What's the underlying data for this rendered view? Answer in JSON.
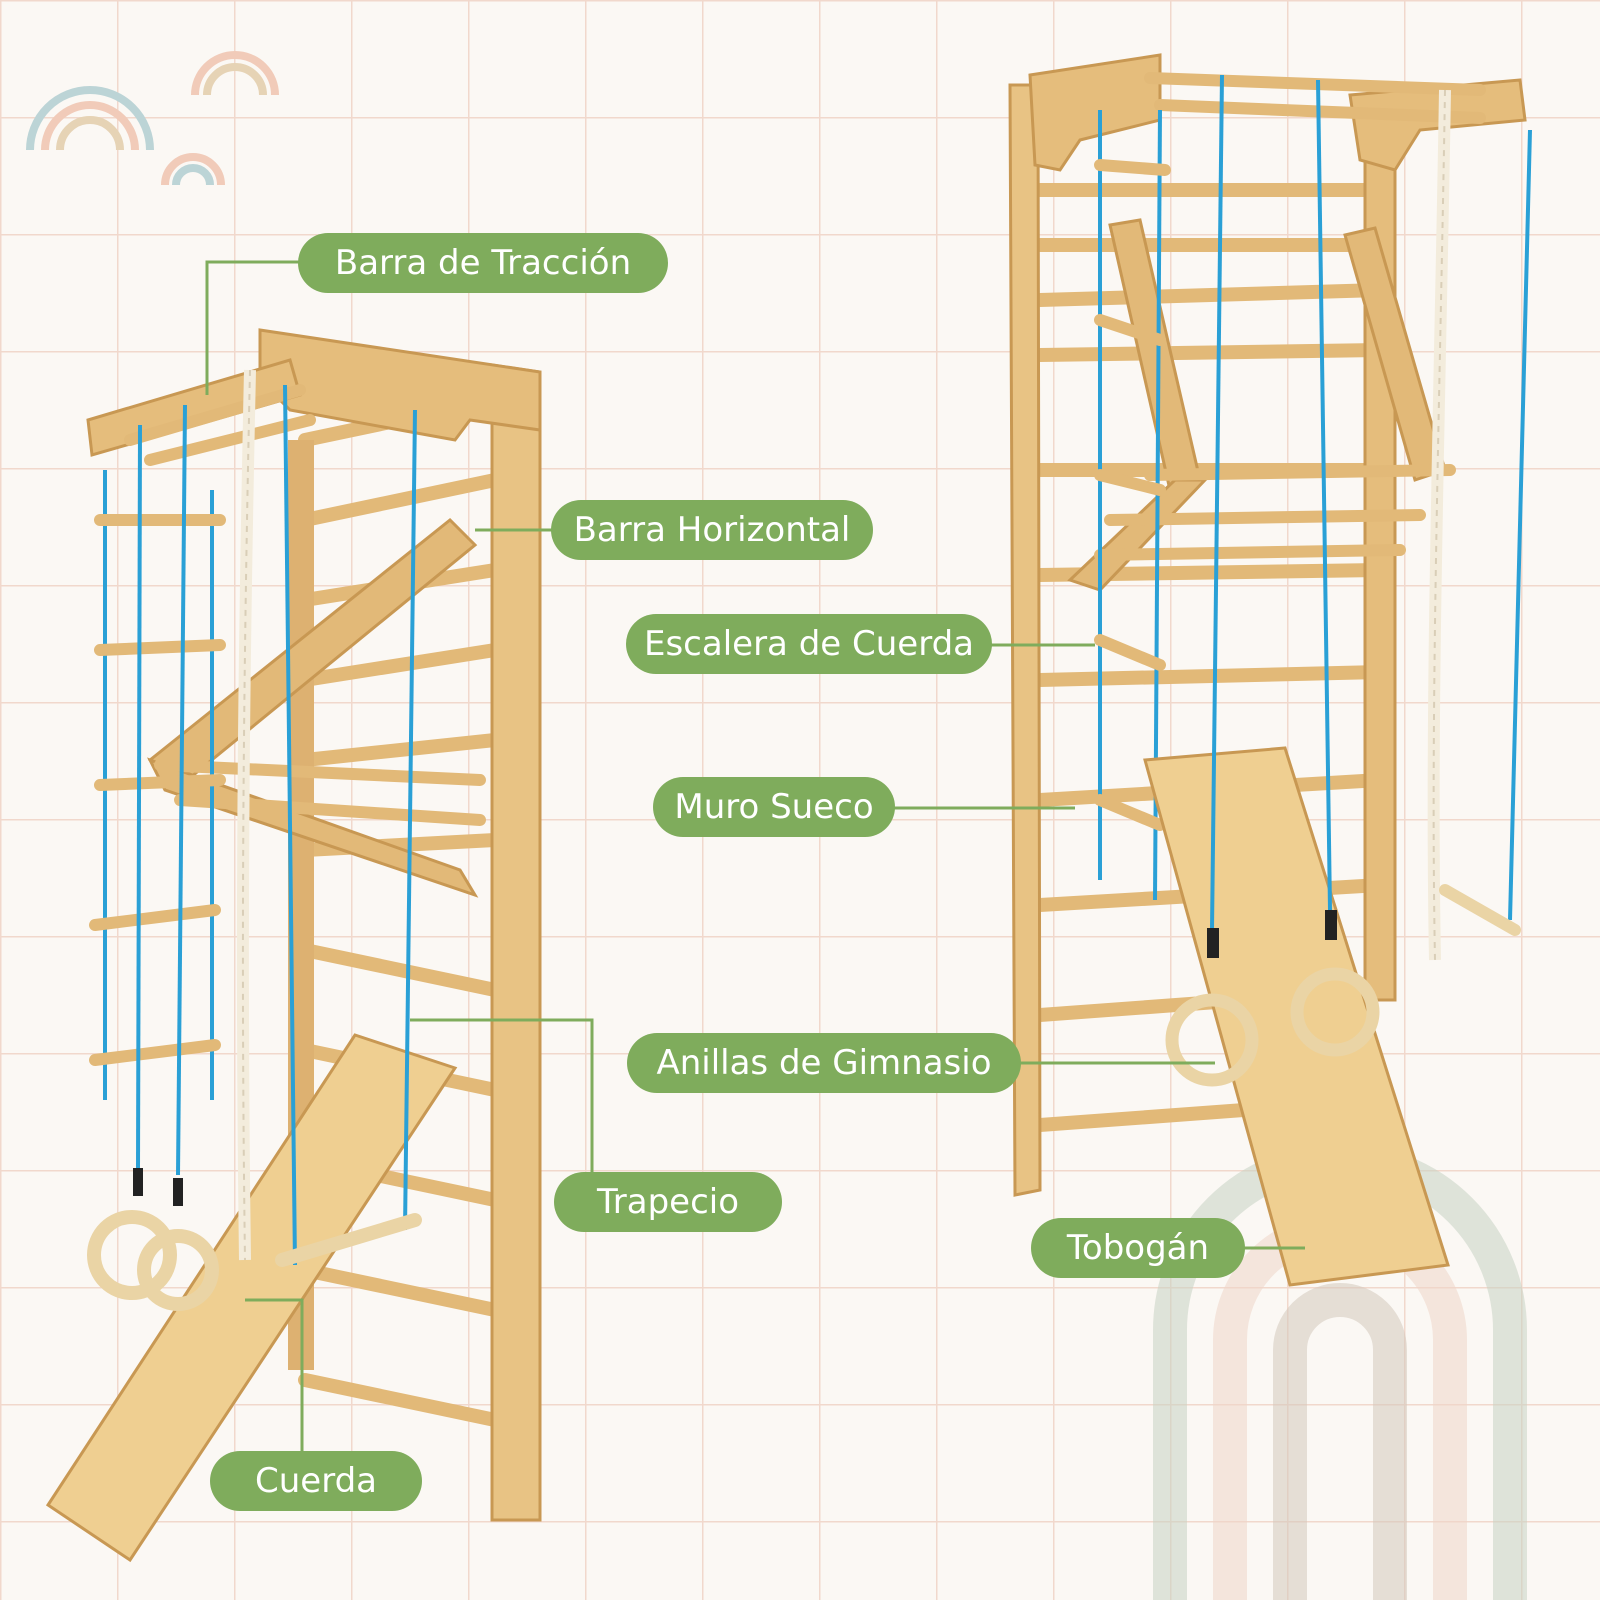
{
  "colors": {
    "label_green": "#7fac5c",
    "wood": "#e7c182",
    "wood_dark": "#c99a55",
    "rope_blue": "#2aa0d6",
    "background": "#fbf8f4",
    "grid": "#f1d8cc"
  },
  "labels": {
    "pull_up_bar": "Barra de Tracción",
    "horizontal_bar": "Barra Horizontal",
    "rope_ladder": "Escalera de Cuerda",
    "swedish_wall": "Muro Sueco",
    "gym_rings": "Anillas de Gimnasio",
    "trapeze": "Trapecio",
    "slide": "Tobogán",
    "rope": "Cuerda"
  }
}
